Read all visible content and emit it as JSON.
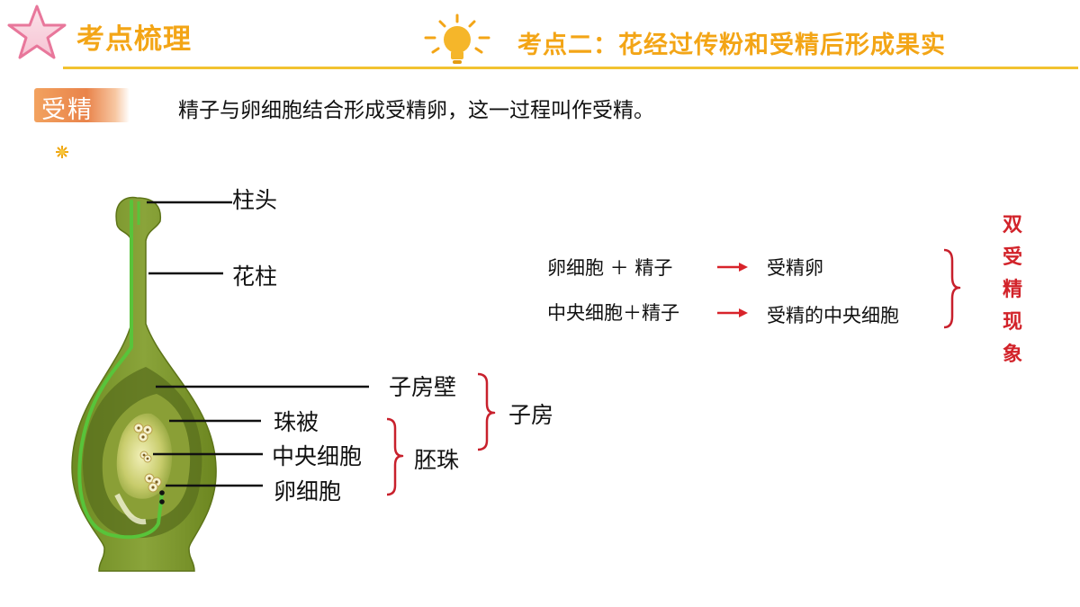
{
  "header": {
    "section_title": "考点梳理",
    "topic_title": "考点二：花经过传粉和受精后形成果实"
  },
  "concept": {
    "tag": "受精",
    "definition": "精子与卵细胞结合形成受精卵，这一过程叫作受精。"
  },
  "diagram": {
    "labels": {
      "stigma": "柱头",
      "style": "花柱",
      "ovary_wall": "子房壁",
      "integument": "珠被",
      "central_cell": "中央细胞",
      "egg_cell": "卵细胞",
      "ovule": "胚珠",
      "ovary": "子房"
    }
  },
  "fertilization": {
    "rows": [
      {
        "left": "卵细胞  ＋  精子",
        "result": "受精卵"
      },
      {
        "left": "中央细胞＋精子",
        "result": "受精的中央细胞"
      }
    ],
    "summary": "双受精现象"
  },
  "colors": {
    "accent": "#f3a516",
    "bracket_red": "#c8202c",
    "arrow_red": "#d8232a",
    "pistil_green": "#7f9a2e",
    "tube_green": "#57c23a"
  }
}
